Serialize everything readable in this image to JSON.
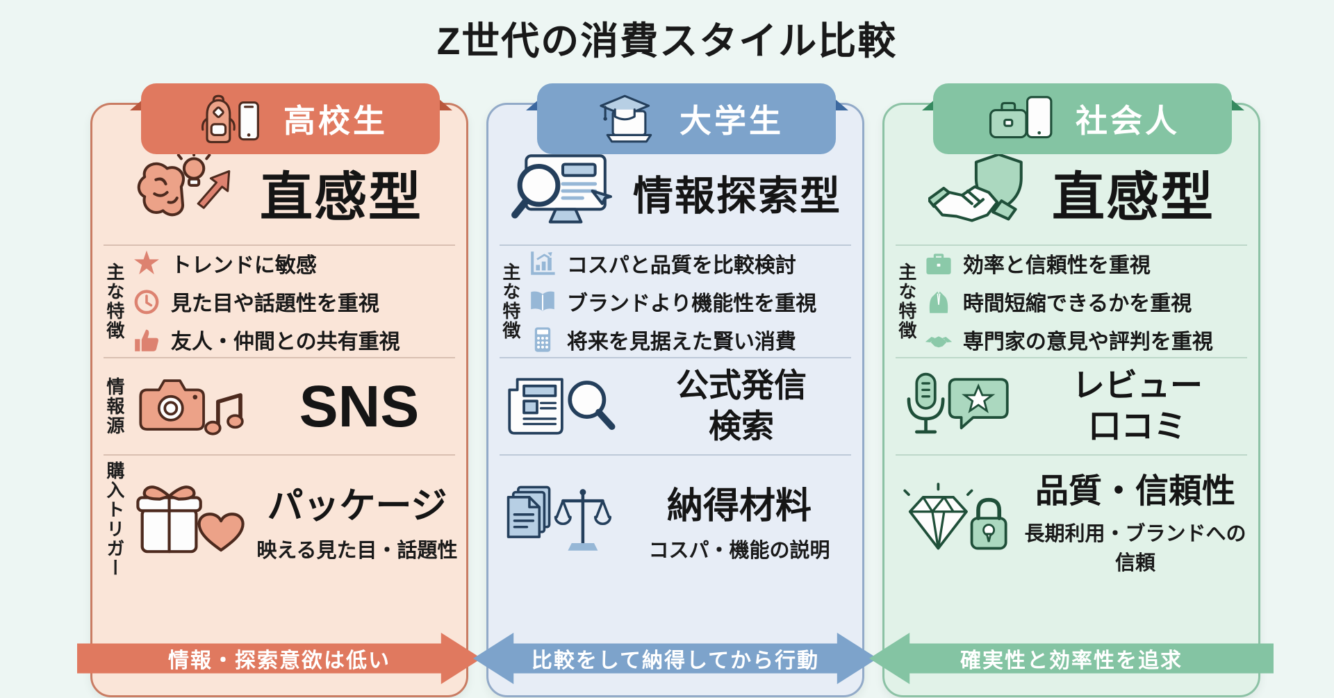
{
  "title": "Z世代の消費スタイル比較",
  "colors": {
    "page_bg": "#edf6f3",
    "title_ink": "#191919"
  },
  "columns": [
    {
      "badge": "高校生",
      "badge_icon": "backpack-smartphone-icon",
      "type": "直感型",
      "type_icon": "brain-lightbulb-arrow-icon",
      "features_label": "主な特徴",
      "features": [
        {
          "icon": "star-icon",
          "text": "トレンドに敏感"
        },
        {
          "icon": "clock-icon",
          "text": "見た目や話題性を重視"
        },
        {
          "icon": "thumbs-up-icon",
          "text": "友人・仲間との共有重視"
        }
      ],
      "source_label": "情報源",
      "source_icon": "camera-music-icon",
      "source_line1": "SNS",
      "source_line2": "",
      "trigger_label": "購入トリガー",
      "trigger_icon": "gift-heart-icon",
      "trigger_title": "パッケージ",
      "trigger_subtitle": "映える見た目・話題性",
      "arrow_text": "情報・探索意欲は低い",
      "arrow_direction": "right",
      "colors": {
        "accent": "#e0795f",
        "fold": "#b9573d",
        "border": "#c97c63",
        "bg": "#fae5d8",
        "tint": "#eca288",
        "tint2": "#dd8270",
        "ink": "#4d2a1e",
        "divider": "#d9bfb1"
      }
    },
    {
      "badge": "大学生",
      "badge_icon": "gradcap-laptop-icon",
      "type": "情報探索型",
      "type_icon": "search-monitor-icon",
      "features_label": "主な特徴",
      "features": [
        {
          "icon": "bar-chart-icon",
          "text": "コスパと品質を比較検討"
        },
        {
          "icon": "open-book-icon",
          "text": "ブランドより機能性を重視"
        },
        {
          "icon": "calculator-icon",
          "text": "将来を見据えた賢い消費"
        }
      ],
      "source_label": "",
      "source_icon": "newspaper-search-icon",
      "source_line1": "公式発信",
      "source_line2": "検索",
      "trigger_label": "",
      "trigger_icon": "documents-scales-icon",
      "trigger_title": "納得材料",
      "trigger_subtitle": "コスパ・機能の説明",
      "arrow_text": "比較をして納得してから行動",
      "arrow_direction": "both",
      "colors": {
        "accent": "#7da3cb",
        "fold": "#3c689f",
        "border": "#92aac8",
        "bg": "#e7edf6",
        "tint": "#b7cfe4",
        "tint2": "#96b7d6",
        "ink": "#243f5c",
        "divider": "#bdc9d8"
      }
    },
    {
      "badge": "社会人",
      "badge_icon": "briefcase-tablet-icon",
      "type": "直感型",
      "type_icon": "handshake-shield-icon",
      "features_label": "主な特徴",
      "features": [
        {
          "icon": "briefcase-icon",
          "text": "効率と信頼性を重視"
        },
        {
          "icon": "business-suit-icon",
          "text": "時間短縮できるかを重視"
        },
        {
          "icon": "handshake-icon",
          "text": "専門家の意見や評判を重視"
        }
      ],
      "source_label": "",
      "source_icon": "microphone-review-icon",
      "source_line1": "レビュー",
      "source_line2": "口コミ",
      "trigger_label": "",
      "trigger_icon": "diamond-lock-icon",
      "trigger_title": "品質・信頼性",
      "trigger_subtitle": "長期利用・ブランドへの信頼",
      "arrow_text": "確実性と効率性を追求",
      "arrow_direction": "left",
      "colors": {
        "accent": "#84c4a3",
        "fold": "#35895f",
        "border": "#8cc2a5",
        "bg": "#e1f2e8",
        "tint": "#abd8bf",
        "tint2": "#8bc9a9",
        "ink": "#1f4f39",
        "divider": "#bdd8c9"
      }
    }
  ]
}
